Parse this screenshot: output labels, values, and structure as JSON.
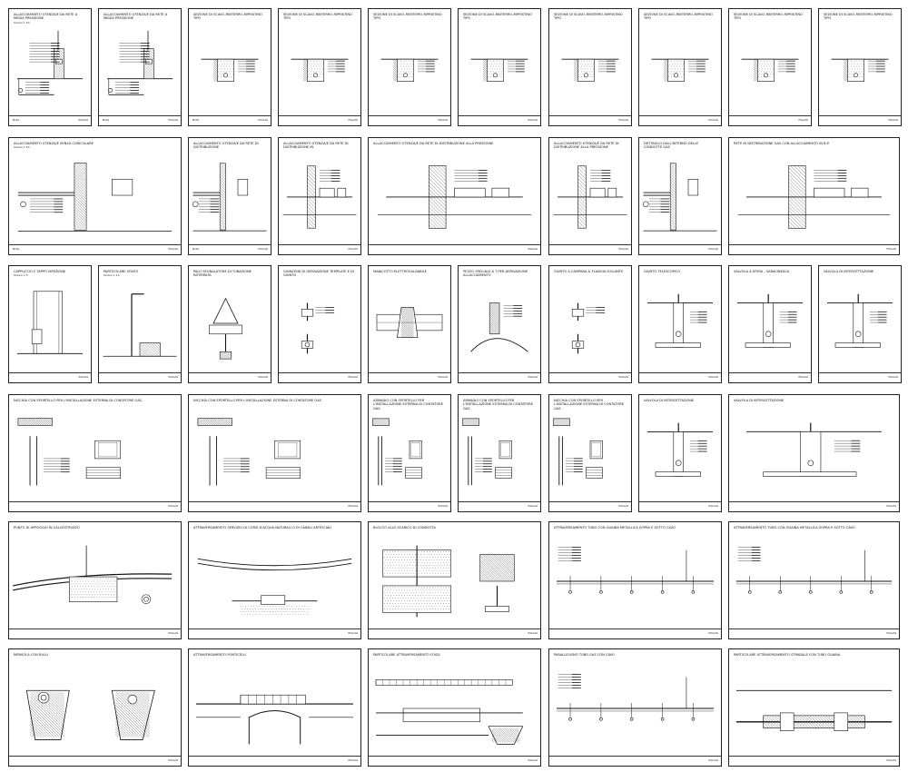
{
  "footer_mark": "ITALGAS",
  "rows": [
    [
      {
        "title": "ALLACCIAMENTO UTENZA/E DA RETE A MEDIA PRESSIONE",
        "sub": "SCALA 1:50",
        "kind": "riser",
        "footer": "Note"
      },
      {
        "title": "ALLACCIAMENTO UTENZA/E DA RETE A MEDIA PRESSIONE",
        "sub": "",
        "kind": "riser",
        "footer": "Note"
      },
      {
        "title": "SEZIONE DI SCAVO-RINTERRO-RIPRISTINO TIPO",
        "sub": "",
        "kind": "trench",
        "footer": "Note"
      },
      {
        "title": "SEZIONE DI SCAVO-RINTERRO-RIPRISTINO TIPO",
        "sub": "",
        "kind": "trench",
        "footer": ""
      },
      {
        "title": "SEZIONE DI SCAVO-RINTERRO-RIPRISTINO TIPO",
        "sub": "",
        "kind": "trench",
        "footer": ""
      },
      {
        "title": "SEZIONE DI SCAVO-RINTERRO-RIPRISTINO TIPO",
        "sub": "",
        "kind": "trench",
        "footer": ""
      },
      {
        "title": "SEZIONE DI SCAVO-RINTERRO-RIPRISTINO TIPO",
        "sub": "",
        "kind": "trench",
        "footer": ""
      },
      {
        "title": "SEZIONE DI SCAVO-RINTERRO-RIPRISTINO TIPO",
        "sub": "",
        "kind": "trench",
        "footer": ""
      },
      {
        "title": "SEZIONE DI SCAVO-RINTERRO-RIPRISTINO TIPO",
        "sub": "",
        "kind": "trench",
        "footer": ""
      },
      {
        "title": "SEZIONE DI SCAVO-RINTERRO-RIPRISTINO TIPO",
        "sub": "",
        "kind": "trench",
        "footer": ""
      }
    ],
    [
      {
        "title": "ALLACCIAMENTO UTENZA/E SENZA CUNICOLARE",
        "sub": "SCALA 1:50",
        "kind": "wall",
        "footer": "Note"
      },
      {
        "title": "ALLACCIAMENTO UTENZA/E DA RETE DI DISTRIBUZIONE",
        "sub": "",
        "kind": "wall",
        "footer": "Note"
      },
      {
        "title": "ALLACCIAMENTO UTENZA/E DA RETE DI DISTRIBUZIONE IN",
        "sub": "",
        "kind": "building",
        "footer": ""
      },
      {
        "title": "ALLACCIAMENTO UTENZA/E DA RETE DI DISTRIBUZIONE ALLA PRESSIONE",
        "sub": "",
        "kind": "building",
        "footer": ""
      },
      {
        "title": "ALLACCIAMENTO UTENZA/E DA RETE DI DISTRIBUZIONE ALLA PRESSIONE",
        "sub": "",
        "kind": "building",
        "footer": ""
      },
      {
        "title": "DETTAGLIO DALL'INTERNO DELLE CONDOTTE GAS",
        "sub": "",
        "kind": "wall",
        "footer": ""
      },
      {
        "title": "RETE DI DISTRIBUZIONE GAS CON ALLACCIAMENTO IN B.P.",
        "sub": "",
        "kind": "building",
        "footer": ""
      }
    ],
    [
      {
        "title": "CAPPUCCIO E TAPPO ISPEZIONE",
        "sub": "SCALA 1:5",
        "kind": "pipe",
        "footer": ""
      },
      {
        "title": "PARTICOLARE SFIATO",
        "sub": "SCALA 1:10",
        "kind": "pole",
        "footer": ""
      },
      {
        "title": "PALO SEGNALATORE DI TUBAZIONE INTERRATA",
        "sub": "",
        "kind": "sign",
        "footer": ""
      },
      {
        "title": "GIUNZIONI DI DERIVAZIONE TEMPLATE E DI GIUNTO",
        "sub": "",
        "kind": "joint",
        "footer": ""
      },
      {
        "title": "MANICOTTO ELETTROSALDABILE",
        "sub": "",
        "kind": "sleeve",
        "footer": ""
      },
      {
        "title": "PEZZO SPECIALE A T PER DERIVAZIONE ALLACCIAMENTO",
        "sub": "",
        "kind": "tee",
        "footer": ""
      },
      {
        "title": "GIUNTO A CAMPANA & FLANGIA ISOLANTE",
        "sub": "",
        "kind": "joint",
        "footer": ""
      },
      {
        "title": "GIUNTO TELESCOPICO",
        "sub": "",
        "kind": "valve",
        "footer": ""
      },
      {
        "title": "VALVOLA A SFERA - SARACINESCA",
        "sub": "",
        "kind": "valve",
        "footer": ""
      },
      {
        "title": "VALVOLA DI INTERCETTAZIONE",
        "sub": "",
        "kind": "valve",
        "footer": ""
      }
    ],
    [
      {
        "title": "NICCHIA CON SPORTELLO PER L'INSTALLAZIONE ESTERNA DI CONTATORE GAS",
        "sub": "",
        "kind": "meter",
        "footer": ""
      },
      {
        "title": "NICCHIA CON SPORTELLO PER L'INSTALLAZIONE ESTERNA DI CONTATORE GAS",
        "sub": "",
        "kind": "meter",
        "footer": ""
      },
      {
        "title": "ARMADIO CON SPORTELLO PER L'INSTALLAZIONE ESTERNA DI CONTATORE GAS",
        "sub": "",
        "kind": "meter",
        "footer": ""
      },
      {
        "title": "ARMADIO CON SPORTELLO PER L'INSTALLAZIONE ESTERNA DI CONTATORE GAS",
        "sub": "",
        "kind": "meter",
        "footer": ""
      },
      {
        "title": "NICCHIA CON SPORTELLO PER L'INSTALLAZIONE ESTERNA DI CONTATORE GAS",
        "sub": "",
        "kind": "meter",
        "footer": ""
      },
      {
        "title": "VALVOLA DI INTERCETTAZIONE",
        "sub": "",
        "kind": "valve",
        "footer": ""
      },
      {
        "title": "VALVOLA DI INTERCETTAZIONE",
        "sub": "",
        "kind": "valve",
        "footer": ""
      }
    ],
    [
      {
        "title": "PUNTO DI APPOGGIO IN CALCESTRUZZO",
        "sub": "",
        "kind": "support",
        "footer": ""
      },
      {
        "title": "ATTRAVERSAMENTO SERVIZIO DI CORSI D'ACQUA NATURALI O DI CANALI ARTIFICIALI",
        "sub": "",
        "kind": "crossing",
        "footer": ""
      },
      {
        "title": "BLOCCO ALLO SCARICO DI CONDOTTA",
        "sub": "",
        "kind": "block",
        "footer": ""
      },
      {
        "title": "ATTRAVERSAMENTO TUBO CON GUAINA METALLICA SOPRA E SOTTO CAVO",
        "sub": "",
        "kind": "longpipe",
        "footer": ""
      },
      {
        "title": "ATTRAVERSAMENTO TUBO CON GUAINA METALLICA SOPRA E SOTTO CAVO",
        "sub": "",
        "kind": "longpipe",
        "footer": ""
      }
    ],
    [
      {
        "title": "MENSOLA CON RULLI",
        "sub": "",
        "kind": "bracket",
        "footer": ""
      },
      {
        "title": "ATTRAVERSAMENTO PONTICELLI",
        "sub": "",
        "kind": "bridge",
        "footer": ""
      },
      {
        "title": "PARTICOLARE ATTRAVERSAMENTO FOSSI",
        "sub": "",
        "kind": "ditch",
        "footer": ""
      },
      {
        "title": "PARALLELISMO TUBO GAS CON CAVO",
        "sub": "",
        "kind": "longpipe",
        "footer": ""
      },
      {
        "title": "PARTICOLARE ATTRAVERSAMENTO STRADALE CON TUBO GUAINA",
        "sub": "",
        "kind": "sleevepipe",
        "footer": ""
      }
    ]
  ]
}
